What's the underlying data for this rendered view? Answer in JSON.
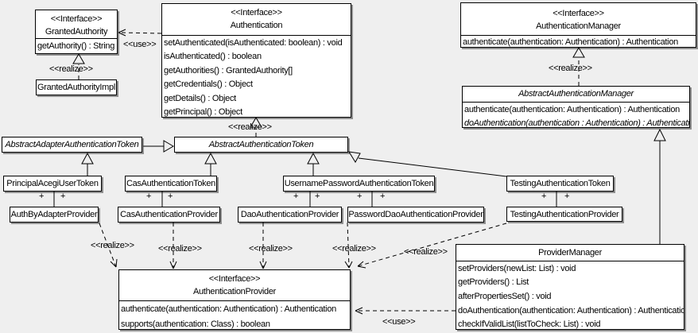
{
  "colors": {
    "background": "#efefef",
    "box_fill": "#ffffff",
    "line": "#000000"
  },
  "edge_labels": {
    "use": "<<use>>",
    "realize": "<<realize>>",
    "plus": "+"
  },
  "classes": {
    "granted_authority": {
      "stereotype": "<<Interface>>",
      "name": "GrantedAuthority",
      "methods": [
        "getAuthority() : String"
      ]
    },
    "granted_authority_impl": {
      "name": "GrantedAuthorityImpl"
    },
    "authentication": {
      "stereotype": "<<Interface>>",
      "name": "Authentication",
      "methods": [
        "setAuthenticated(isAuthenticated: boolean) : void",
        "isAuthenticated() : boolean",
        "getAuthorities() : GrantedAuthority[]",
        "getCredentials() : Object",
        "getDetails() : Object",
        "getPrincipal() : Object"
      ]
    },
    "authentication_manager": {
      "stereotype": "<<Interface>>",
      "name": "AuthenticationManager",
      "methods": [
        "authenticate(authentication: Authentication) : Authentication"
      ]
    },
    "abstract_authentication_manager": {
      "name": "AbstractAuthenticationManager",
      "methods": [
        "authenticate(authentication: Authentication) : Authentication",
        "doAuthentication(authentication : Authentication) : Authentication"
      ]
    },
    "abstract_adapter_authentication_token": {
      "name": "AbstractAdapterAuthenticationToken"
    },
    "abstract_authentication_token": {
      "name": "AbstractAuthenticationToken"
    },
    "principal_acegi_user_token": {
      "name": "PrincipalAcegiUserToken"
    },
    "cas_authentication_token": {
      "name": "CasAuthenticationToken"
    },
    "username_password_authentication_token": {
      "name": "UsernamePasswordAuthenticationToken"
    },
    "testing_authentication_token": {
      "name": "TestingAuthenticationToken"
    },
    "auth_by_adapter_provider": {
      "name": "AuthByAdapterProvider"
    },
    "cas_authentication_provider": {
      "name": "CasAuthenticationProvider"
    },
    "dao_authentication_provider": {
      "name": "DaoAuthenticationProvider"
    },
    "password_dao_authentication_provider": {
      "name": "PasswordDaoAuthenticationProvider"
    },
    "testing_authentication_provider": {
      "name": "TestingAuthenticationProvider"
    },
    "authentication_provider": {
      "stereotype": "<<Interface>>",
      "name": "AuthenticationProvider",
      "methods": [
        "authenticate(authentication: Authentication) : Authentication",
        "supports(authentication: Class) : boolean"
      ]
    },
    "provider_manager": {
      "name": "ProviderManager",
      "methods": [
        "setProviders(newList: List) : void",
        "getProviders() : List",
        "afterPropertiesSet() : void",
        "doAuthentication(authentication: Authentication) : Authentication",
        "checkIfValidList(listToCheck: List) : void"
      ]
    }
  }
}
